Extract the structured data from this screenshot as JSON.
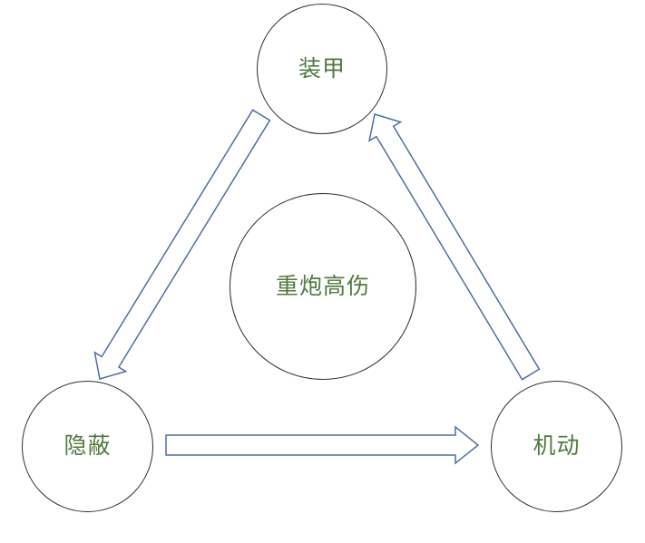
{
  "diagram": {
    "nodes": {
      "armor": {
        "label": "装甲",
        "position": "top"
      },
      "center": {
        "label": "重炮高伤",
        "position": "center"
      },
      "stealth": {
        "label": "隐蔽",
        "position": "bottom-left"
      },
      "mobility": {
        "label": "机动",
        "position": "bottom-right"
      }
    },
    "arrows": [
      {
        "name": "armor-to-stealth",
        "from": "装甲",
        "to": "隐蔽"
      },
      {
        "name": "stealth-to-mobility",
        "from": "隐蔽",
        "to": "机动"
      },
      {
        "name": "mobility-to-armor",
        "from": "机动",
        "to": "装甲"
      }
    ],
    "colors": {
      "label_text": "#507a3e",
      "circle_outline": "#2e2e2e",
      "arrow_outline": "#4f6ea0",
      "arrow_fill": "#ffffff",
      "background": "#ffffff"
    }
  }
}
